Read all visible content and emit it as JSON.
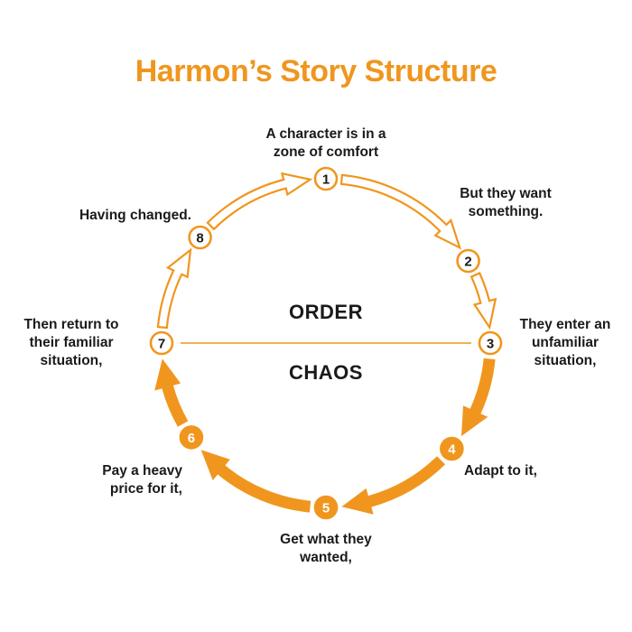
{
  "title": "Harmon’s Story Structure",
  "colors": {
    "accent": "#f0961e",
    "text": "#1a1a1a",
    "background": "#ffffff"
  },
  "halves": {
    "top": "ORDER",
    "bottom": "CHAOS"
  },
  "stages": [
    {
      "number": "1",
      "label": "A character is in a\nzone of comfort"
    },
    {
      "number": "2",
      "label": "But they want\nsomething."
    },
    {
      "number": "3",
      "label": "They enter an\nunfamiliar\nsituation,"
    },
    {
      "number": "4",
      "label": "Adapt to it,"
    },
    {
      "number": "5",
      "label": "Get what they\nwanted,"
    },
    {
      "number": "6",
      "label": "Pay a heavy\nprice for it,"
    },
    {
      "number": "7",
      "label": "Then return to\ntheir familiar\nsituation,"
    },
    {
      "number": "8",
      "label": "Having changed."
    }
  ],
  "arrows": [
    {
      "from": "1",
      "to": "2",
      "style": "outline"
    },
    {
      "from": "2",
      "to": "3",
      "style": "outline"
    },
    {
      "from": "3",
      "to": "4",
      "style": "filled"
    },
    {
      "from": "4",
      "to": "5",
      "style": "filled"
    },
    {
      "from": "5",
      "to": "6",
      "style": "filled"
    },
    {
      "from": "6",
      "to": "7",
      "style": "filled"
    },
    {
      "from": "7",
      "to": "8",
      "style": "outline"
    },
    {
      "from": "8",
      "to": "1",
      "style": "outline"
    }
  ]
}
